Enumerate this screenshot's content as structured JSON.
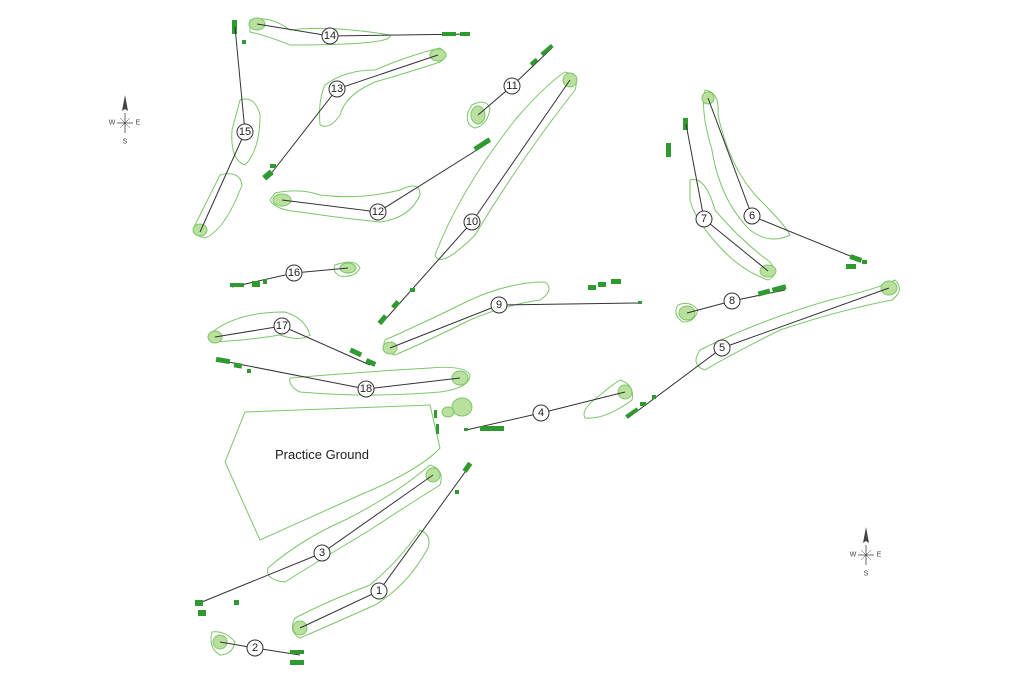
{
  "map": {
    "practice_ground_label": "Practice Ground",
    "compass": {
      "north": "N",
      "south": "S",
      "east": "E",
      "west": "W"
    },
    "holes": [
      "1",
      "2",
      "3",
      "4",
      "5",
      "6",
      "7",
      "8",
      "9",
      "10",
      "11",
      "12",
      "13",
      "14",
      "15",
      "16",
      "17",
      "18"
    ],
    "colors": {
      "fairway": "#7cc66a",
      "green": "#b9e19d",
      "tee": "#2f9a2f",
      "line": "#333333"
    }
  }
}
